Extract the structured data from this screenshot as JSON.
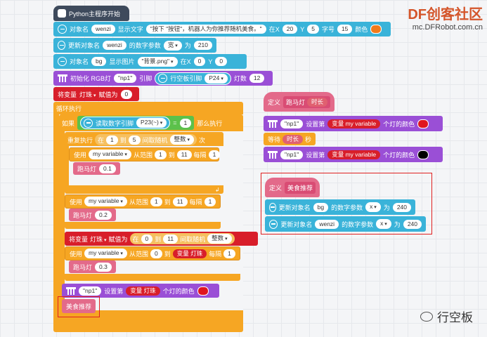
{
  "watermark": {
    "brand": "DF创客社区",
    "url": "mc.DFRobot.com.cn"
  },
  "footer_brand": "行空板",
  "hat": {
    "label": "Python主程序开始"
  },
  "b1": {
    "t1": "对象名",
    "obj": "wenzi",
    "t2": "显示文字",
    "text": "\"按下 \"按钮\"，机器人为你推荐随机美食。\"",
    "t3": "在X",
    "x": "20",
    "t4": "Y",
    "y": "5",
    "t5": "字号",
    "size": "15",
    "t6": "颜色"
  },
  "b2": {
    "t1": "更新对象名",
    "obj": "wenzi",
    "t2": "的数字参数",
    "param": "宽",
    "t3": "为",
    "val": "210"
  },
  "b3": {
    "t1": "对象名",
    "obj": "bg",
    "t2": "显示图片",
    "img": "\"背景.png\"",
    "t3": "在X",
    "x": "0",
    "t4": "Y",
    "y": "0"
  },
  "b4": {
    "t1": "初始化 RGB灯",
    "np": "\"np1\"",
    "t2": "引脚",
    "t3": "行空板引脚",
    "pin": "P24",
    "t4": "灯数",
    "n": "12"
  },
  "b5": {
    "t1": "将变量",
    "var": "灯珠",
    "t2": "赋值为",
    "val": "0"
  },
  "loop": {
    "label": "循环执行"
  },
  "if1": {
    "t1": "如果",
    "t2": "读取数字引脚",
    "pin": "P23(~)",
    "eq": "=",
    "val": "1",
    "t3": "那么执行"
  },
  "rep": {
    "t1": "重复执行",
    "t2": "在",
    "a": "1",
    "t3": "到",
    "b": "5",
    "t4": "间取随机",
    "kind": "整数",
    "t5": "次"
  },
  "use1": {
    "t1": "使用",
    "var": "my variable",
    "t2": "从范围",
    "a": "1",
    "t3": "到",
    "b": "11",
    "t4": "每隔",
    "c": "1"
  },
  "call1": {
    "name": "跑马灯",
    "arg": "0.1"
  },
  "use2": {
    "t1": "使用",
    "var": "my variable",
    "t2": "从范围",
    "a": "1",
    "t3": "到",
    "b": "11",
    "t4": "每隔",
    "c": "1"
  },
  "call2": {
    "name": "跑马灯",
    "arg": "0.2"
  },
  "set2": {
    "t1": "将变量",
    "var": "灯珠",
    "t2": "赋值为",
    "t3": "在",
    "a": "0",
    "t4": "到",
    "b": "11",
    "t5": "间取随机",
    "kind": "整数"
  },
  "use3": {
    "t1": "使用",
    "var": "my variable",
    "t2": "从范围",
    "a": "0",
    "t3": "到",
    "v2": "变量 灯珠",
    "t4": "每隔",
    "c": "1"
  },
  "call3": {
    "name": "跑马灯",
    "arg": "0.3"
  },
  "led": {
    "np": "\"np1\"",
    "t1": "设置第",
    "v": "变量 灯珠",
    "t2": "个灯的颜色"
  },
  "call4": {
    "name": "美食推荐"
  },
  "def1": {
    "t1": "定义",
    "name": "跑马灯",
    "param": "时长"
  },
  "def1_a": {
    "np": "\"np1\"",
    "t1": "设置第",
    "v": "变量 my variable",
    "t2": "个灯的颜色"
  },
  "def1_b": {
    "t1": "等待",
    "v": "时长",
    "t2": "秒"
  },
  "def1_c": {
    "np": "\"np1\"",
    "t1": "设置第",
    "v": "变量 my variable",
    "t2": "个灯的颜色"
  },
  "def2": {
    "t1": "定义",
    "name": "美食推荐"
  },
  "def2_a": {
    "t1": "更新对象名",
    "obj": "bg",
    "t2": "的数字参数",
    "param": "x",
    "t3": "为",
    "val": "240"
  },
  "def2_b": {
    "t1": "更新对象名",
    "obj": "wenzi",
    "t2": "的数字参数",
    "param": "x",
    "t3": "为",
    "val": "240"
  },
  "colors": {
    "orange_dot": "#f07a1c",
    "red_dot": "#e0151f",
    "black_dot": "#000000"
  }
}
